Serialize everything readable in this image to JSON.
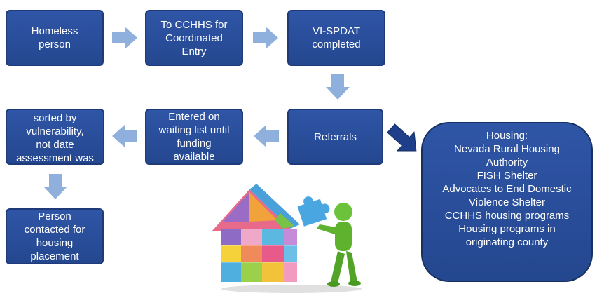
{
  "flow": {
    "homeless": "Homeless\nperson",
    "cchhs": "To CCHHS for\nCoordinated\nEntry",
    "vispdat": "VI-SPDAT\ncompleted",
    "referrals": "Referrals",
    "waiting": "Entered on\nwaiting list until\nfunding\navailable",
    "sorted": "sorted by\nvulnerability,\nnot date\nassessment was",
    "contacted": "Person\ncontacted for\nhousing\nplacement"
  },
  "housing": {
    "lines": [
      "Housing:",
      "Nevada Rural Housing",
      "Authority",
      "FISH Shelter",
      "Advocates to End Domestic",
      "Violence Shelter",
      "CCHHS housing programs",
      "Housing programs in",
      "originating county"
    ]
  },
  "colors": {
    "box_fill": "#2f55a6",
    "box_border": "#1e3a78",
    "arrow_light": "#8fb0dc",
    "arrow_dark": "#1f3f8a"
  },
  "icons": {
    "illustration": "puzzle-house-with-figure-icon"
  }
}
